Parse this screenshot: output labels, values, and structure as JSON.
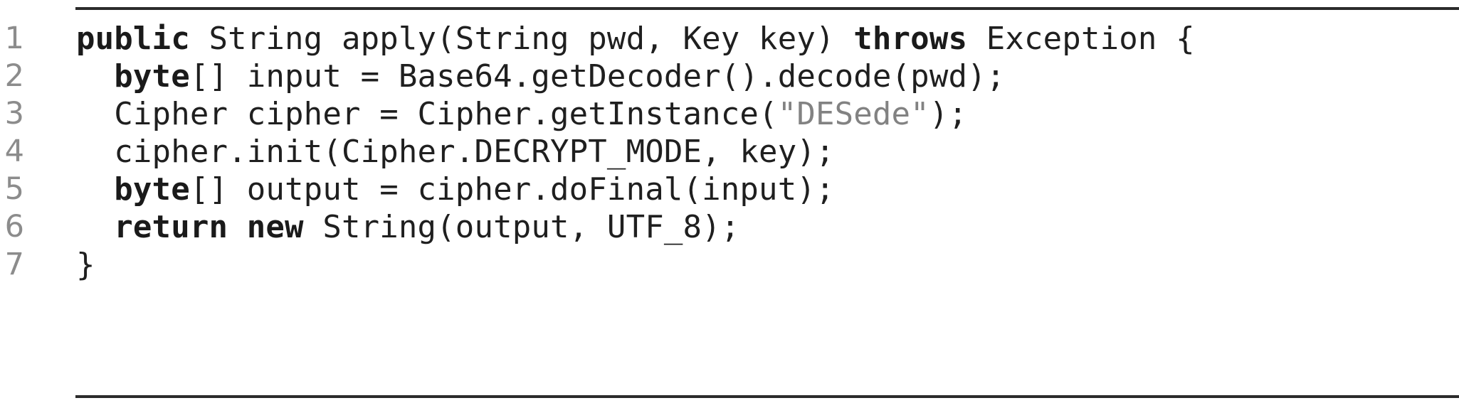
{
  "listing": {
    "language": "java",
    "colors": {
      "background": "#ffffff",
      "rule": "#2b2b2b",
      "code_text": "#1f1f1f",
      "line_number": "#8c8c8c",
      "string_literal": "#828282"
    },
    "lines": [
      {
        "number": "1",
        "text": "public String apply(String pwd, Key key) throws Exception {",
        "tokens": [
          {
            "kind": "keyword",
            "text": "public"
          },
          {
            "kind": "plain",
            "text": " String apply(String pwd, Key key) "
          },
          {
            "kind": "keyword",
            "text": "throws"
          },
          {
            "kind": "plain",
            "text": " Exception {"
          }
        ]
      },
      {
        "number": "2",
        "text": "  byte[] input = Base64.getDecoder().decode(pwd);",
        "tokens": [
          {
            "kind": "plain",
            "text": "  "
          },
          {
            "kind": "keyword",
            "text": "byte"
          },
          {
            "kind": "plain",
            "text": "[] input = Base64.getDecoder().decode(pwd);"
          }
        ]
      },
      {
        "number": "3",
        "text": "  Cipher cipher = Cipher.getInstance(\"DESede\");",
        "tokens": [
          {
            "kind": "plain",
            "text": "  Cipher cipher = Cipher.getInstance("
          },
          {
            "kind": "string",
            "text": "\"DESede\""
          },
          {
            "kind": "plain",
            "text": ");"
          }
        ]
      },
      {
        "number": "4",
        "text": "  cipher.init(Cipher.DECRYPT_MODE, key);",
        "tokens": [
          {
            "kind": "plain",
            "text": "  cipher.init(Cipher.DECRYPT_MODE, key);"
          }
        ]
      },
      {
        "number": "5",
        "text": "  byte[] output = cipher.doFinal(input);",
        "tokens": [
          {
            "kind": "plain",
            "text": "  "
          },
          {
            "kind": "keyword",
            "text": "byte"
          },
          {
            "kind": "plain",
            "text": "[] output = cipher.doFinal(input);"
          }
        ]
      },
      {
        "number": "6",
        "text": "  return new String(output, UTF_8);",
        "tokens": [
          {
            "kind": "plain",
            "text": "  "
          },
          {
            "kind": "keyword",
            "text": "return"
          },
          {
            "kind": "plain",
            "text": " "
          },
          {
            "kind": "keyword",
            "text": "new"
          },
          {
            "kind": "plain",
            "text": " String(output, UTF_8);"
          }
        ]
      },
      {
        "number": "7",
        "text": "}",
        "tokens": [
          {
            "kind": "plain",
            "text": "}"
          }
        ]
      }
    ]
  }
}
